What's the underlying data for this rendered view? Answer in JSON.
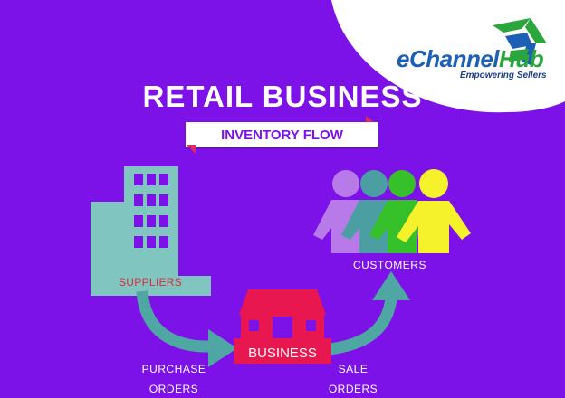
{
  "logo": {
    "brand_prefix": "e",
    "brand_mid": "Channel",
    "brand_suffix": "Hub",
    "tagline": "Empowering Sellers"
  },
  "title": "RETAIL BUSINESS",
  "subtitle": "INVENTORY FLOW",
  "nodes": {
    "suppliers": "SUPPLIERS",
    "business": "BUSINESS",
    "customers": "CUSTOMERS"
  },
  "flows": {
    "purchase_line1": "PURCHASE",
    "purchase_line2": "ORDERS",
    "sale_line1": "SALE",
    "sale_line2": "ORDERS"
  },
  "colors": {
    "background": "#7c12e8",
    "building": "#80c5c0",
    "store": "#e8174f",
    "arrow": "#4fa7a3",
    "person_1": "#b87ae8",
    "person_2": "#4b9ea2",
    "person_3": "#36c12a",
    "person_4": "#f5f12a",
    "brand_blue": "#1d5fb5",
    "brand_green": "#2aa63d"
  },
  "icons": [
    "building-icon",
    "store-icon",
    "people-icon",
    "flow-arrow-icon",
    "logo-mark-icon"
  ]
}
